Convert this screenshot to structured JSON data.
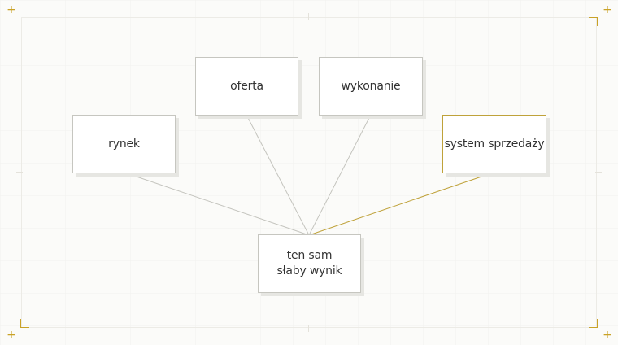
{
  "diagram": {
    "nodes": {
      "rynek": "rynek",
      "oferta": "oferta",
      "wykonanie": "wykonanie",
      "system": "system sprzedaży",
      "result": "ten sam\nsłaby wynik"
    },
    "highlight_node": "system",
    "edges": [
      {
        "from": "rynek",
        "to": "result"
      },
      {
        "from": "oferta",
        "to": "result"
      },
      {
        "from": "wykonanie",
        "to": "result"
      },
      {
        "from": "system",
        "to": "result",
        "highlight": true
      }
    ]
  },
  "colors": {
    "accent": "#c9a227",
    "line": "#c4c4be",
    "background": "#fbfbf9",
    "box_border": "#c6c6c0",
    "text": "#333333"
  }
}
